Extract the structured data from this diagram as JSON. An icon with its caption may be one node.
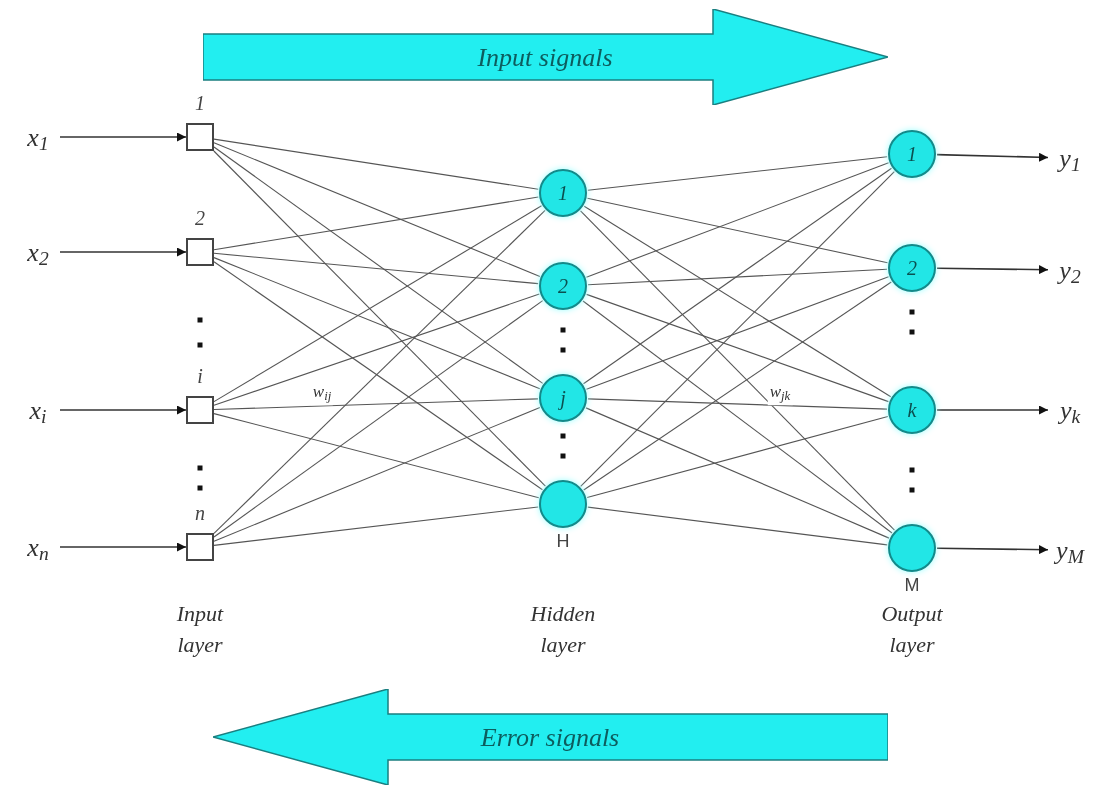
{
  "diagram": {
    "nodes": [
      {
        "text": [
          "x$_{1}$"
        ]
      },
      {
        "text": [
          "x$_{2}$"
        ]
      },
      {
        "text": [
          "x$_{i}$"
        ]
      },
      {
        "text": [
          "x$_{n}$"
        ]
      },
      {
        "text": [
          "1"
        ]
      },
      {
        "text": [
          "2"
        ]
      },
      {
        "text": [
          "i"
        ]
      },
      {
        "text": [
          "n"
        ]
      },
      {
        "text": [
          "1"
        ]
      },
      {
        "text": [
          "2"
        ]
      },
      {
        "text": [
          "j"
        ]
      },
      {
        "text": [
          "H"
        ]
      },
      {
        "text": [
          "1"
        ]
      },
      {
        "text": [
          "2"
        ]
      },
      {
        "text": [
          "k"
        ]
      },
      {
        "text": [
          "M"
        ]
      },
      {
        "text": [
          "y$_{1}$"
        ]
      },
      {
        "text": [
          "y$_{2}$"
        ]
      },
      {
        "text": [
          "y$_{k}$"
        ]
      },
      {
        "text": [
          "y$_{M}$"
        ]
      },
      {
        "text": [
          "Input signals"
        ]
      },
      {
        "text": [
          "Error signals"
        ]
      }
    ],
    "edges": [
      {
        "from": 0,
        "to": 4,
        "arrow": "to"
      },
      {
        "from": 1,
        "to": 5,
        "arrow": "to"
      },
      {
        "from": 2,
        "to": 6,
        "arrow": "to"
      },
      {
        "from": 3,
        "to": 7,
        "arrow": "to"
      },
      {
        "from": 4,
        "to": 8,
        "arrow": "none"
      },
      {
        "from": 4,
        "to": 9,
        "arrow": "none"
      },
      {
        "from": 4,
        "to": 10,
        "arrow": "none"
      },
      {
        "from": 4,
        "to": 11,
        "arrow": "none"
      },
      {
        "from": 5,
        "to": 8,
        "arrow": "none"
      },
      {
        "from": 5,
        "to": 9,
        "arrow": "none"
      },
      {
        "from": 5,
        "to": 10,
        "arrow": "none"
      },
      {
        "from": 5,
        "to": 11,
        "arrow": "none"
      },
      {
        "from": 6,
        "to": 8,
        "arrow": "none"
      },
      {
        "from": 6,
        "to": 9,
        "arrow": "none"
      },
      {
        "from": 6,
        "to": 10,
        "arrow": "none"
      },
      {
        "from": 6,
        "to": 11,
        "arrow": "none"
      },
      {
        "from": 7,
        "to": 8,
        "arrow": "none"
      },
      {
        "from": 7,
        "to": 9,
        "arrow": "none"
      },
      {
        "from": 7,
        "to": 10,
        "arrow": "none"
      },
      {
        "from": 7,
        "to": 11,
        "arrow": "none"
      },
      {
        "from": 8,
        "to": 12,
        "arrow": "none"
      },
      {
        "from": 8,
        "to": 13,
        "arrow": "none"
      },
      {
        "from": 8,
        "to": 14,
        "arrow": "none"
      },
      {
        "from": 8,
        "to": 15,
        "arrow": "none"
      },
      {
        "from": 9,
        "to": 12,
        "arrow": "none"
      },
      {
        "from": 9,
        "to": 13,
        "arrow": "none"
      },
      {
        "from": 9,
        "to": 14,
        "arrow": "none"
      },
      {
        "from": 9,
        "to": 15,
        "arrow": "none"
      },
      {
        "from": 10,
        "to": 12,
        "arrow": "none"
      },
      {
        "from": 10,
        "to": 13,
        "arrow": "none"
      },
      {
        "from": 10,
        "to": 14,
        "arrow": "none"
      },
      {
        "from": 10,
        "to": 15,
        "arrow": "none"
      },
      {
        "from": 11,
        "to": 12,
        "arrow": "none"
      },
      {
        "from": 11,
        "to": 13,
        "arrow": "none"
      },
      {
        "from": 11,
        "to": 14,
        "arrow": "none"
      },
      {
        "from": 11,
        "to": 15,
        "arrow": "none"
      },
      {
        "from": 12,
        "to": 16,
        "arrow": "to"
      },
      {
        "from": 13,
        "to": 17,
        "arrow": "to"
      },
      {
        "from": 14,
        "to": 18,
        "arrow": "to"
      },
      {
        "from": 15,
        "to": 19,
        "arrow": "to"
      }
    ],
    "labels": [
      "w$_{ij}$",
      "w$_{jk}$",
      "Input layer",
      "Hidden layer",
      "Output layer"
    ]
  }
}
